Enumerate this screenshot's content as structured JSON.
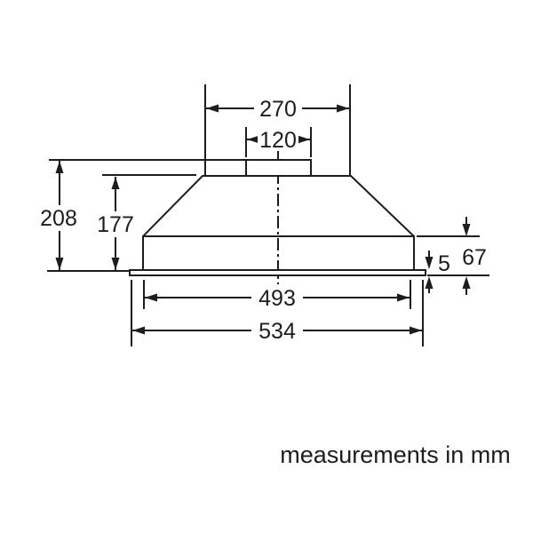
{
  "diagram_type": "appliance-dimension-drawing",
  "subject": "built-in cooker hood, front elevation",
  "footnote": "measurements in mm",
  "unit": "mm",
  "colors": {
    "line": "#1d1d1b",
    "background": "#ffffff"
  },
  "dimensions": {
    "flue_surround_width": "270",
    "duct_outlet_width": "120",
    "total_height": "208",
    "canopy_height": "177",
    "lower_body_height": "67",
    "flange_thickness": "5",
    "body_width": "493",
    "flange_width": "534"
  }
}
